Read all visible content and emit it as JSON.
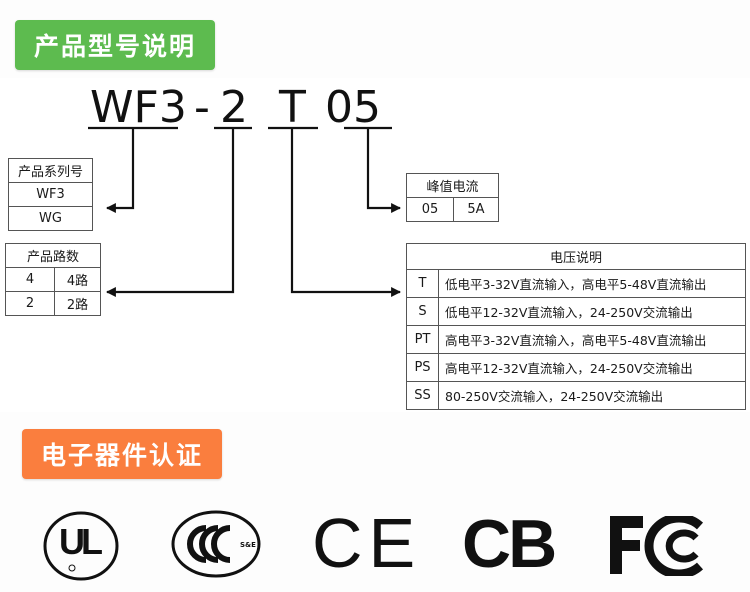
{
  "sections": {
    "model_title": "产品型号说明",
    "cert_title": "电子器件认证"
  },
  "model_code": {
    "parts": [
      {
        "id": "series",
        "text": "WF3"
      },
      {
        "id": "dash",
        "text": "-"
      },
      {
        "id": "channels",
        "text": "2"
      },
      {
        "id": "voltage",
        "text": "T"
      },
      {
        "id": "current",
        "text": "05"
      }
    ]
  },
  "series_table": {
    "header": "产品系列号",
    "rows": [
      "WF3",
      "WG"
    ]
  },
  "channels_table": {
    "header": "产品路数",
    "rows": [
      {
        "code": "4",
        "desc": "4路"
      },
      {
        "code": "2",
        "desc": "2路"
      }
    ]
  },
  "current_table": {
    "header": "峰值电流",
    "rows": [
      {
        "code": "05",
        "desc": "5A"
      }
    ]
  },
  "voltage_table": {
    "header": "电压说明",
    "rows": [
      {
        "code": "T",
        "desc": "低电平3-32V直流输入，高电平5-48V直流输出"
      },
      {
        "code": "S",
        "desc": "低电平12-32V直流输入，24-250V交流输出"
      },
      {
        "code": "PT",
        "desc": "高电平3-32V直流输入，高电平5-48V直流输出"
      },
      {
        "code": "PS",
        "desc": "高电平12-32V直流输入，24-250V交流输出"
      },
      {
        "code": "SS",
        "desc": "80-250V交流输入，24-250V交流输出"
      }
    ]
  },
  "certifications": [
    {
      "name": "UL",
      "icon": "ul-logo-icon"
    },
    {
      "sub": "S&E",
      "icon": "ccc-logo-icon"
    },
    {
      "name": "CE",
      "icon": "ce-logo-icon"
    },
    {
      "name": "CB",
      "icon": "cb-logo-icon"
    },
    {
      "icon": "fcc-logo-icon"
    }
  ],
  "colors": {
    "green_badge": "#5dbb4f",
    "orange_badge": "#fa7e3e",
    "ink": "#111111"
  }
}
